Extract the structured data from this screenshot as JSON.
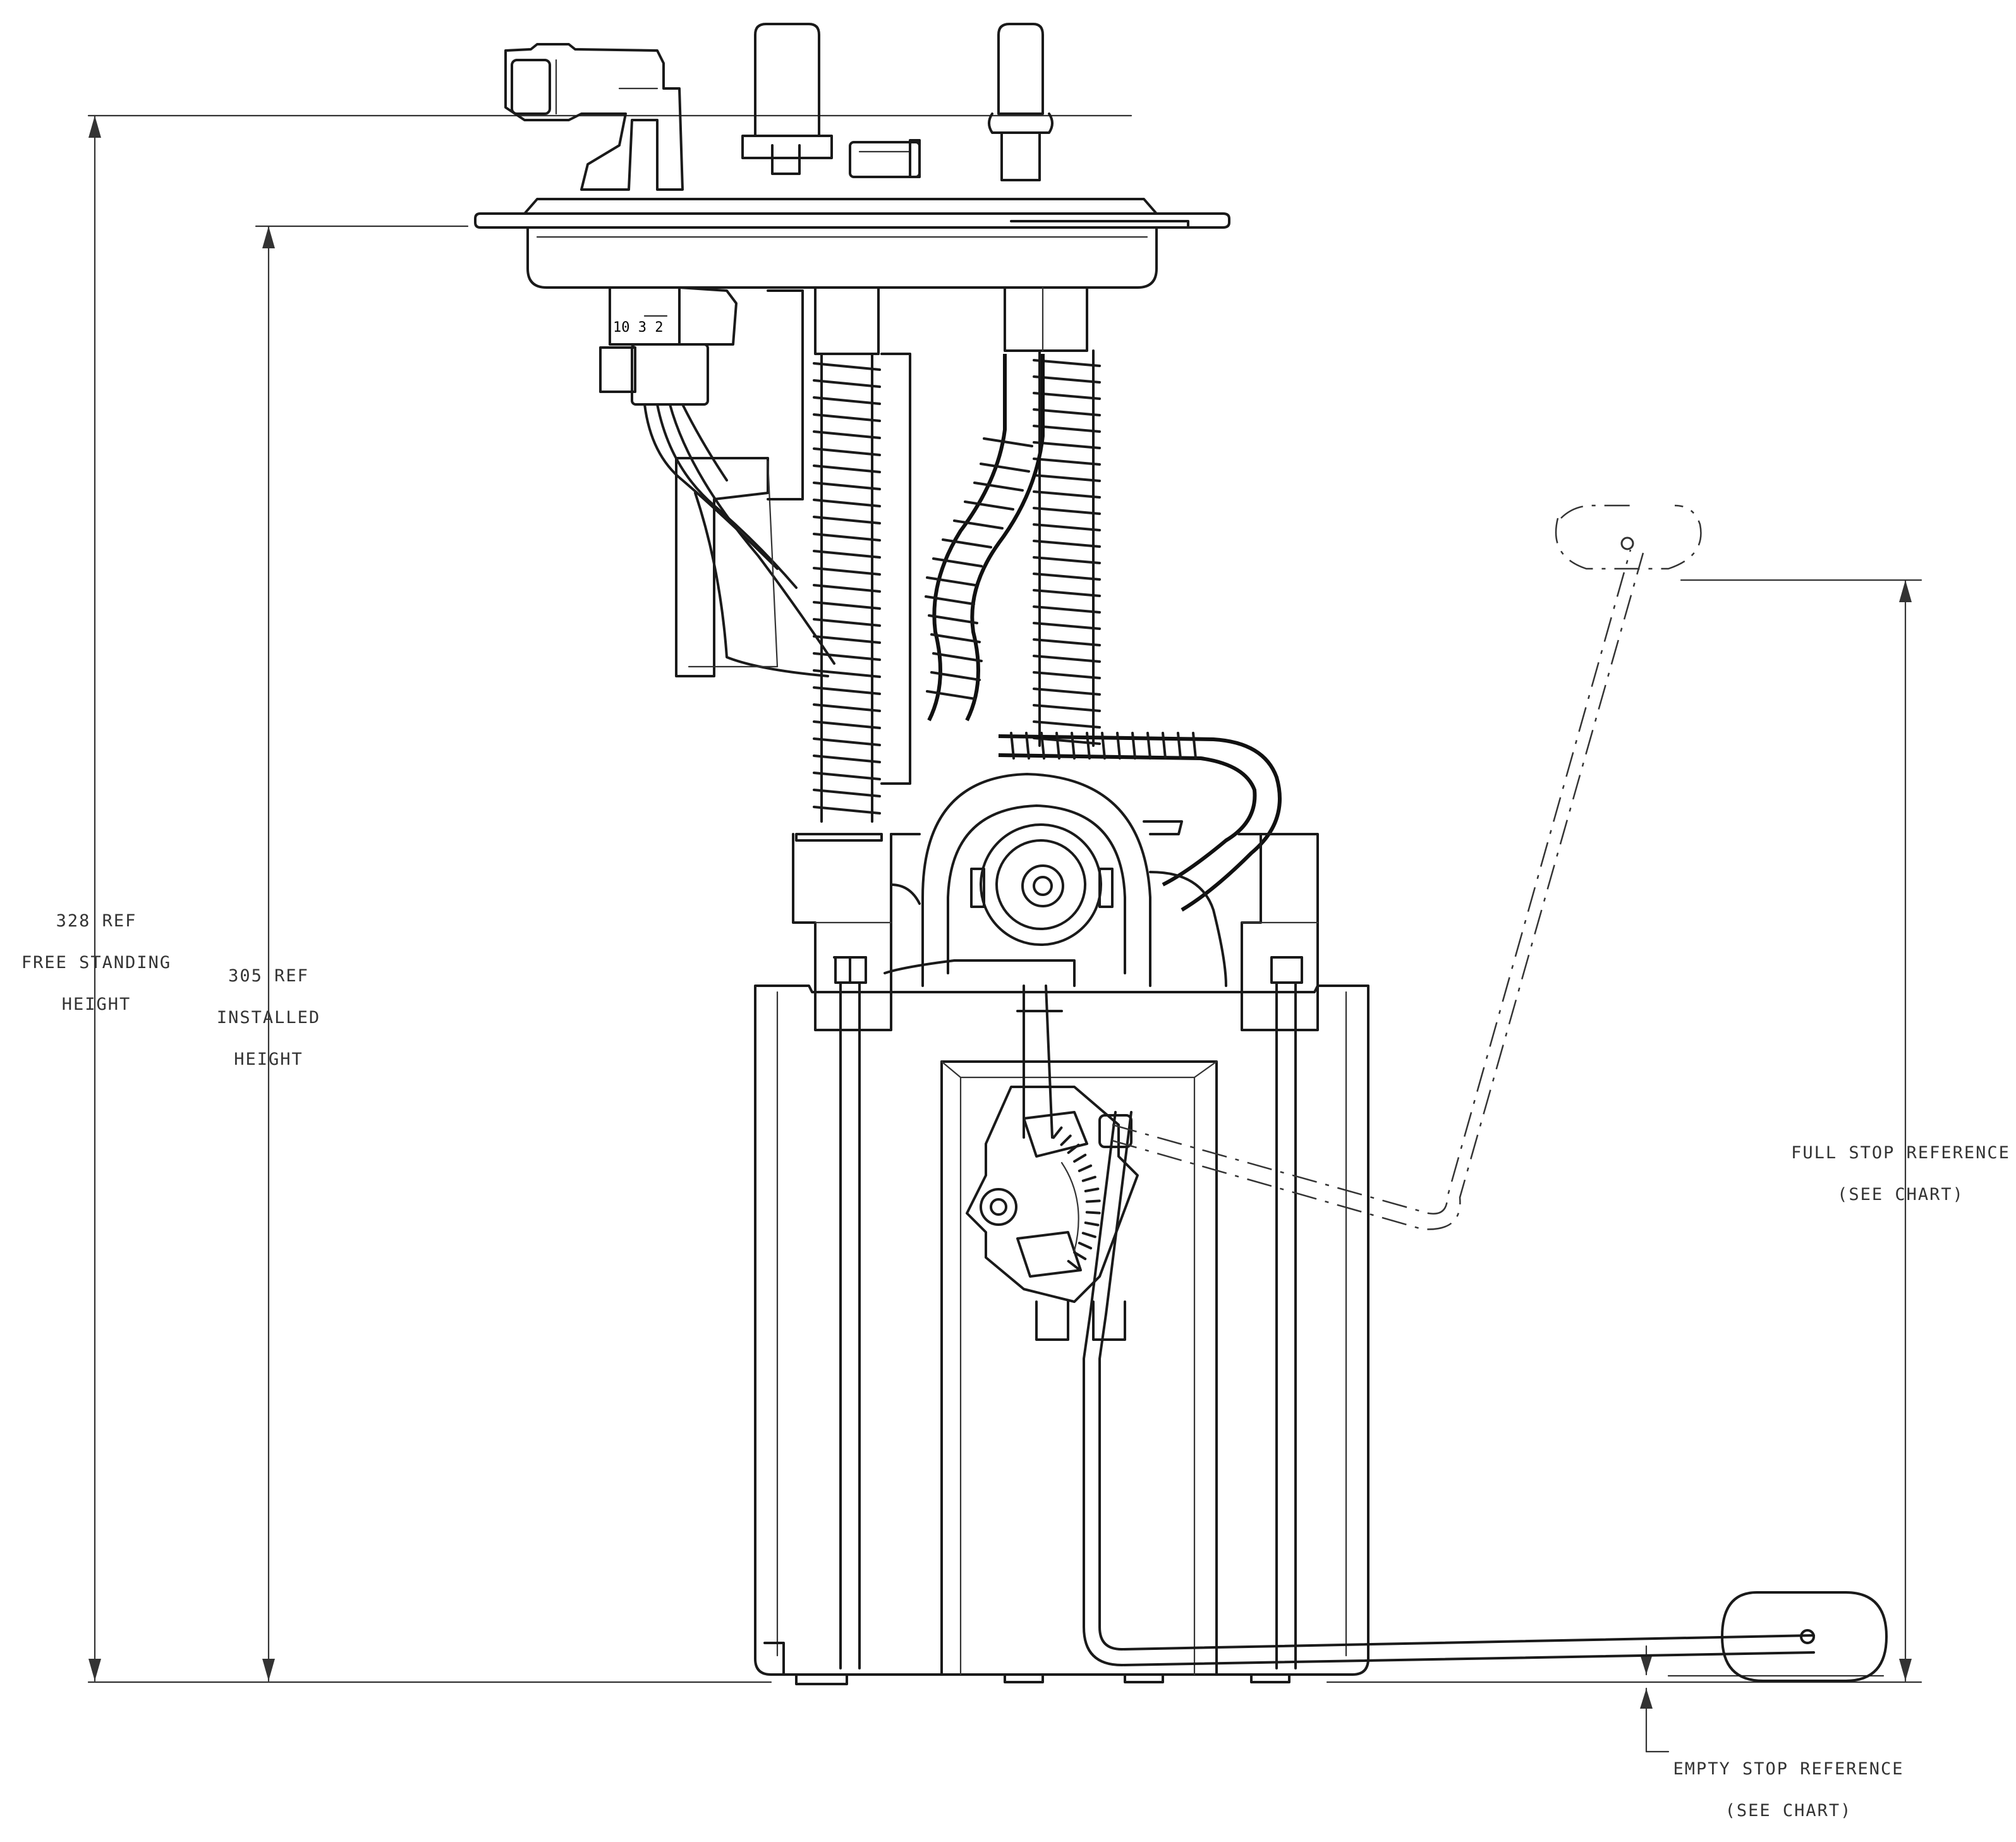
{
  "dimensions": {
    "free_standing": {
      "value": "328 REF",
      "text": "FREE STANDING",
      "suffix": "HEIGHT"
    },
    "installed": {
      "value": "305 REF",
      "text": "INSTALLED",
      "suffix": "HEIGHT"
    }
  },
  "references": {
    "full_stop": {
      "line1": "FULL STOP REFERENCE",
      "line2": "(SEE CHART)"
    },
    "empty_stop": {
      "line1": "EMPTY STOP REFERENCE",
      "line2": "(SEE CHART)"
    }
  },
  "connector_marking": "10 3 2"
}
